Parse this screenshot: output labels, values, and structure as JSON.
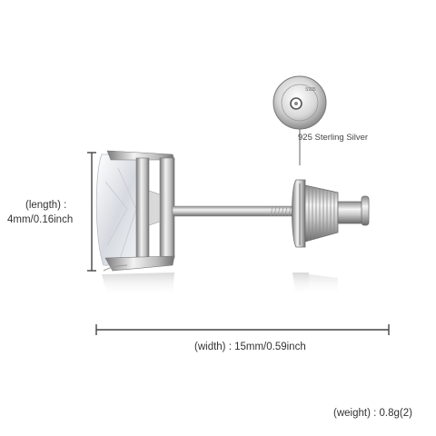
{
  "labels": {
    "length_title": "(length) :",
    "length_value": "4mm/0.16inch",
    "width": "(width) : 15mm/0.59inch",
    "metal": "925 Sterling Silver",
    "weight": "(weight) : 0.8g(2)"
  },
  "colors": {
    "background": "#ffffff",
    "dimension_line": "#444444",
    "metal_light": "#f2f2f2",
    "metal_mid": "#c4c4c4",
    "metal_dark": "#6e6e6e",
    "stone": "#e6e9ee"
  }
}
